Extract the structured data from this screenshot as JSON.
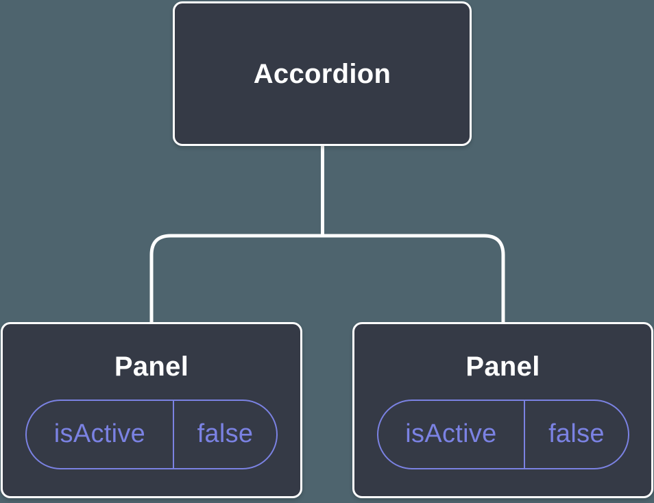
{
  "tree": {
    "root": {
      "label": "Accordion"
    },
    "children": [
      {
        "label": "Panel",
        "state": {
          "name": "isActive",
          "value": "false"
        }
      },
      {
        "label": "Panel",
        "state": {
          "name": "isActive",
          "value": "false"
        }
      }
    ]
  },
  "colors": {
    "background": "#4e646e",
    "node_fill": "#353a46",
    "node_border": "#ffffff",
    "connector_line": "#ffffff",
    "state_accent": "#7b82e3",
    "title_text": "#ffffff"
  }
}
